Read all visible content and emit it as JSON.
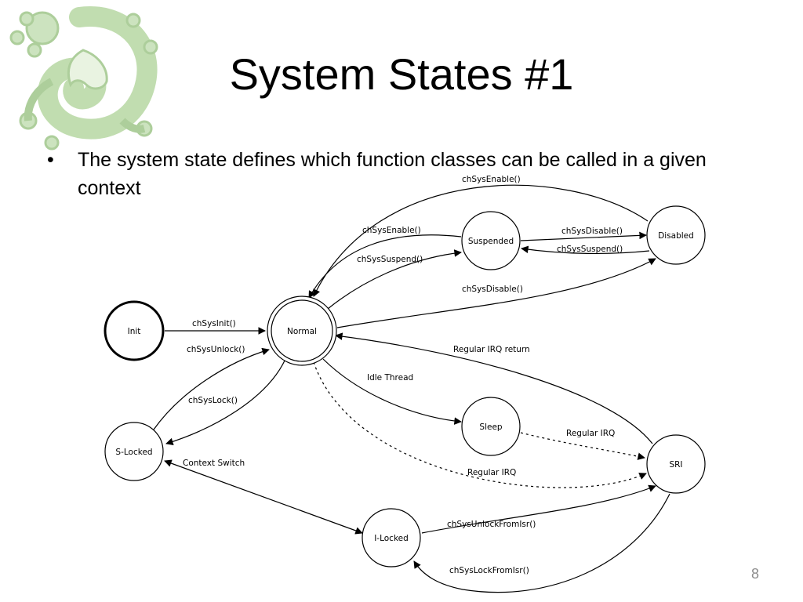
{
  "slide": {
    "title": "System States #1",
    "bullet": "The system state defines which function classes can be called in a given context",
    "page_number": "8",
    "logo_icon": "gecko-logo-icon",
    "logo_color": "#b9d8a8"
  },
  "diagram": {
    "states": {
      "init": "Init",
      "normal": "Normal",
      "suspended": "Suspended",
      "disabled": "Disabled",
      "sleep": "Sleep",
      "s_locked": "S-Locked",
      "i_locked": "I-Locked",
      "sri": "SRI"
    },
    "edges": {
      "disabled_to_normal_enable": "chSysEnable()",
      "suspended_to_normal_enable": "chSysEnable()",
      "suspended_to_disabled": "chSysDisable()",
      "disabled_to_suspended": "chSysSuspend()",
      "normal_to_suspended": "chSysSuspend()",
      "normal_to_disabled": "chSysDisable()",
      "init_to_normal": "chSysInit()",
      "slocked_to_normal": "chSysUnlock()",
      "sri_to_normal": "Regular IRQ return",
      "normal_to_slocked": "chSysLock()",
      "normal_to_sleep": "Idle Thread",
      "sleep_to_sri": "Regular IRQ",
      "context_switch": "Context Switch",
      "normal_to_sri": "Regular IRQ",
      "ilocked_to_sri": "chSysUnlockFromIsr()",
      "sri_to_ilocked": "chSysLockFromIsr()"
    }
  }
}
